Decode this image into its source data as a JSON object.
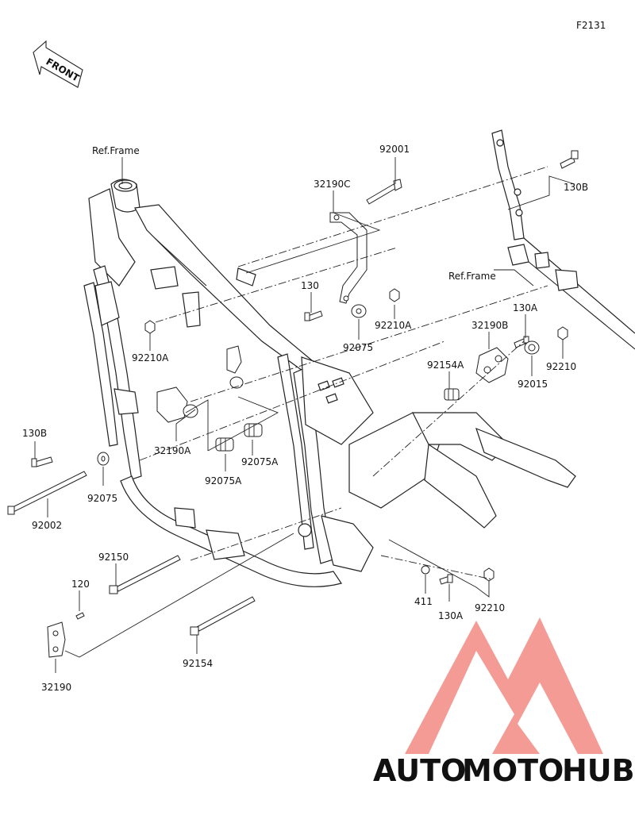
{
  "figure_code": "F2131",
  "front_badge": "FRONT",
  "parts": [
    {
      "id": "p-ref-frame-1",
      "label": "Ref.Frame"
    },
    {
      "id": "p-ref-frame-2",
      "label": "Ref.Frame"
    },
    {
      "id": "p-92001",
      "label": "92001"
    },
    {
      "id": "p-32190c",
      "label": "32190C"
    },
    {
      "id": "p-130b-top",
      "label": "130B"
    },
    {
      "id": "p-130",
      "label": "130"
    },
    {
      "id": "p-92210a-r",
      "label": "92210A"
    },
    {
      "id": "p-92075-top",
      "label": "92075"
    },
    {
      "id": "p-130a-top",
      "label": "130A"
    },
    {
      "id": "p-32190b",
      "label": "32190B"
    },
    {
      "id": "p-92210-top",
      "label": "92210"
    },
    {
      "id": "p-92015",
      "label": "92015"
    },
    {
      "id": "p-92154a",
      "label": "92154A"
    },
    {
      "id": "p-92210a-l",
      "label": "92210A"
    },
    {
      "id": "p-32190a",
      "label": "32190A"
    },
    {
      "id": "p-92075a-r",
      "label": "92075A"
    },
    {
      "id": "p-92075a-l",
      "label": "92075A"
    },
    {
      "id": "p-130b-left",
      "label": "130B"
    },
    {
      "id": "p-92075-left",
      "label": "92075"
    },
    {
      "id": "p-92002",
      "label": "92002"
    },
    {
      "id": "p-92150",
      "label": "92150"
    },
    {
      "id": "p-120",
      "label": "120"
    },
    {
      "id": "p-411",
      "label": "411"
    },
    {
      "id": "p-130a-bot",
      "label": "130A"
    },
    {
      "id": "p-92210-bot",
      "label": "92210"
    },
    {
      "id": "p-92154",
      "label": "92154"
    },
    {
      "id": "p-32190",
      "label": "32190"
    }
  ],
  "watermark": {
    "word_a": "AUTO",
    "word_b": "MOTO",
    "word_c": "HUB",
    "color_a": "#F6C04A",
    "color_b": "#F07F7A",
    "color_c": "#8A8A8A",
    "logo_color": "#F28A84"
  }
}
